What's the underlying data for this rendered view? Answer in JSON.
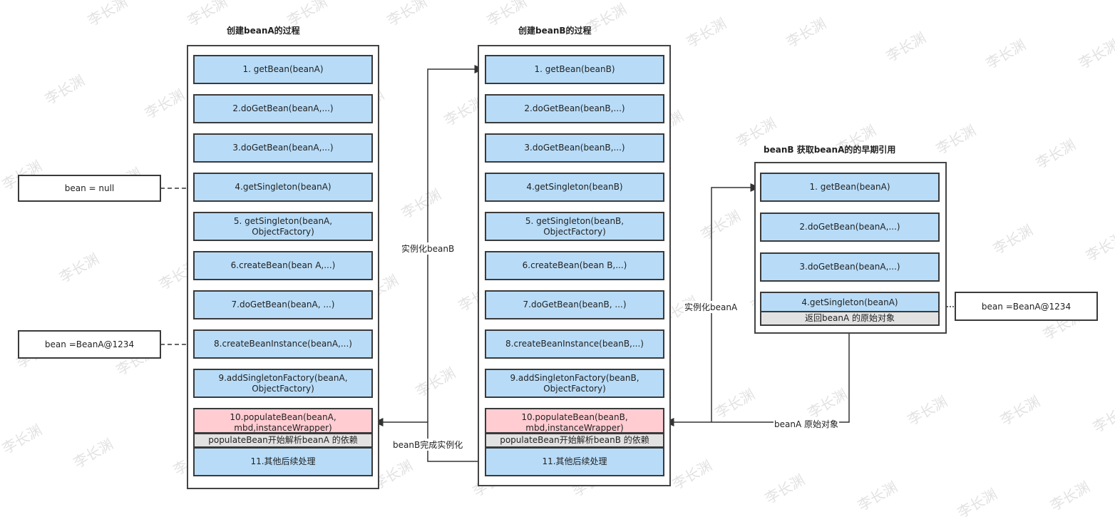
{
  "watermark": "李长渊",
  "columns": {
    "beanA": {
      "title": "创建beanA的过程",
      "steps": [
        "1. getBean(beanA)",
        "2.doGetBean(beanA,...)",
        "3.doGetBean(beanA,...)",
        "4.getSingleton(beanA)",
        "5. getSingleton(beanA,\nObjectFactory)",
        "6.createBean(bean A,...)",
        "7.doGetBean(beanA, ...)",
        "8.createBeanInstance(beanA,...)",
        "9.addSingletonFactory(beanA,\nObjectFactory)",
        "10.populateBean(beanA,\nmbd,instanceWrapper)",
        "populateBean开始解析beanA 的依赖",
        "11.其他后续处理"
      ]
    },
    "beanB": {
      "title": "创建beanB的过程",
      "steps": [
        "1. getBean(beanB)",
        "2.doGetBean(beanB,...)",
        "3.doGetBean(beanB,...)",
        "4.getSingleton(beanB)",
        "5. getSingleton(beanB,\nObjectFactory)",
        "6.createBean(bean B,...)",
        "7.doGetBean(beanB, ...)",
        "8.createBeanInstance(beanB,...)",
        "9.addSingletonFactory(beanB,\nObjectFactory)",
        "10.populateBean(beanB,\nmbd,instanceWrapper)",
        "populateBean开始解析beanB 的依赖",
        "11.其他后续处理"
      ]
    },
    "early": {
      "title": "beanB 获取beanA的的早期引用",
      "steps": [
        "1. getBean(beanA)",
        "2.doGetBean(beanA,...)",
        "3.doGetBean(beanA,...)",
        "4.getSingleton(beanA)",
        "返回beanA 的原始对象"
      ]
    }
  },
  "side_boxes": {
    "null_box": "bean = null",
    "instance_box_a": "bean =BeanA@1234",
    "instance_box_early": "bean =BeanA@1234"
  },
  "edge_labels": {
    "instantiate_b": "实例化beanB",
    "b_done": "beanB完成实例化",
    "instantiate_a": "实例化beanA",
    "a_raw": "beanA 原始对象"
  },
  "colors": {
    "step_fill": "#b8dcf8",
    "highlight_fill": "#ffccd2",
    "note_fill": "#e2e2e2",
    "border": "#3a3a3a"
  }
}
